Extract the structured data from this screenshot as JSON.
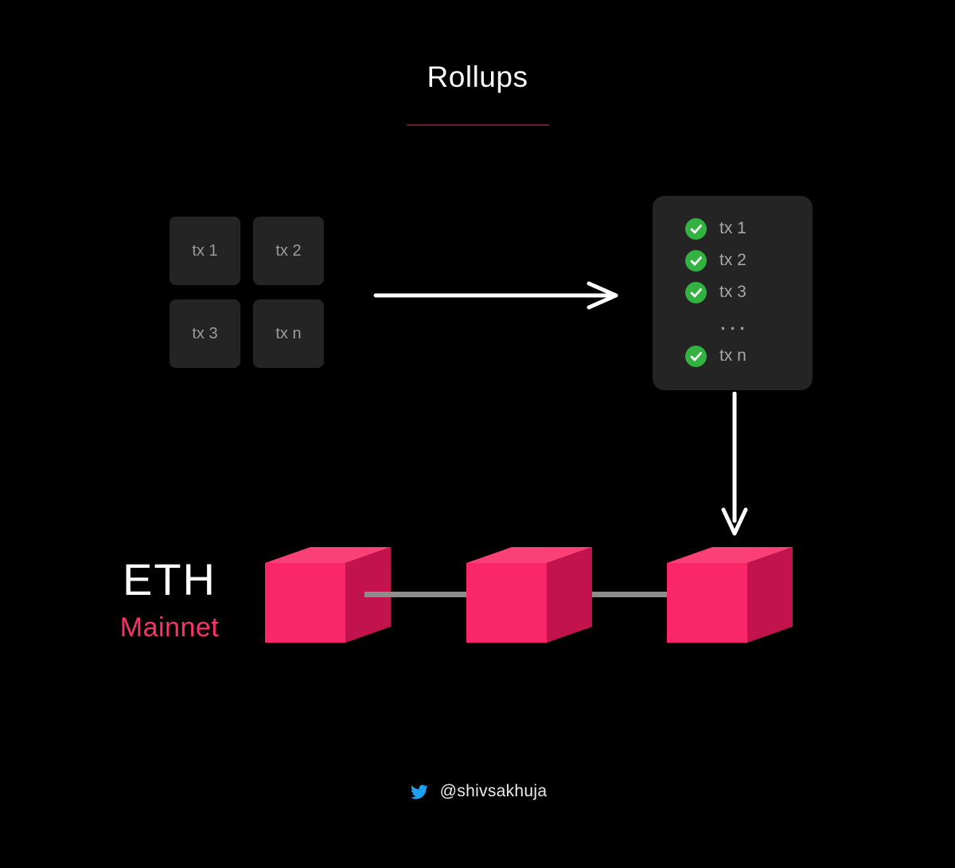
{
  "title": "Rollups",
  "tx_grid": {
    "items": [
      "tx 1",
      "tx 2",
      "tx 3",
      "tx n"
    ]
  },
  "rollup_panel": {
    "rows": [
      {
        "label": "tx 1",
        "checked": true
      },
      {
        "label": "tx 2",
        "checked": true
      },
      {
        "label": "tx 3",
        "checked": true
      },
      {
        "label": "...",
        "checked": false
      },
      {
        "label": "tx n",
        "checked": true
      }
    ]
  },
  "eth_chain": {
    "label": "ETH",
    "sublabel": "Mainnet",
    "block_count": 3
  },
  "footer": {
    "handle": "@shivsakhuja"
  },
  "colors": {
    "background": "#000000",
    "card": "#242424",
    "muted_text": "#9C9C9C",
    "panel_text": "#A8A8A8",
    "check_green": "#32B240",
    "block_pink_front": "#F9276A",
    "block_pink_top": "#FB4078",
    "block_pink_side": "#C2134E",
    "chain_link_gray": "#8D8D8D",
    "accent_pink": "#F93368",
    "underline_red": "#701A2D",
    "twitter_blue": "#1DA1F2"
  }
}
